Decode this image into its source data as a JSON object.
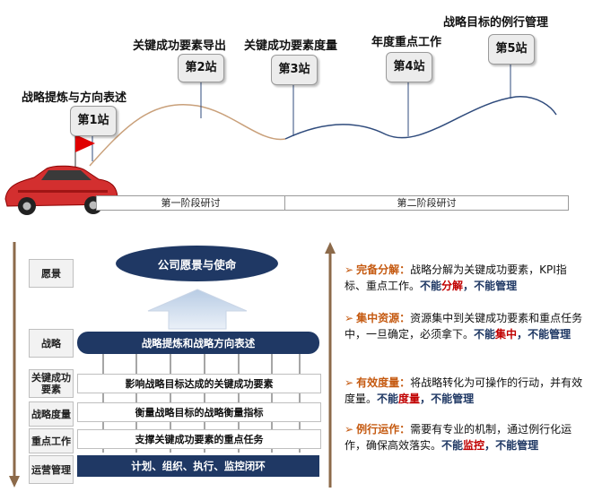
{
  "roadmap": {
    "stations": [
      {
        "title": "战略提炼与方向表述",
        "label": "第1站"
      },
      {
        "title": "关键成功要素导出",
        "label": "第2站"
      },
      {
        "title": "关键成功要素度量",
        "label": "第3站"
      },
      {
        "title": "年度重点工作",
        "label": "第4站"
      },
      {
        "title": "战略目标的例行管理",
        "label": "第5站"
      }
    ],
    "stages": [
      {
        "label": "第一阶段研讨"
      },
      {
        "label": "第二阶段研讨"
      }
    ],
    "colors": {
      "phase1_curve": "#c9a07a",
      "phase2_curve": "#2f4b7c",
      "car": "#d32f2f",
      "flag": "#e00000"
    }
  },
  "framework": {
    "left_labels": [
      "愿景",
      "战略",
      "关键成功要素",
      "战略度量",
      "重点工作",
      "运营管理"
    ],
    "vision": "公司愿景与使命",
    "strategy_bar": "战略提炼和战略方向表述",
    "csf_bar": "影响战略目标达成的关键成功要素",
    "measure_bar": "衡量战略目标的战略衡量指标",
    "work_bar": "支撑关键成功要素的重点任务",
    "ops_bar": "计划、组织、执行、监控闭环",
    "colors": {
      "dark": "#1f3864",
      "arrow": "#8c6a4a"
    }
  },
  "principles": [
    {
      "head": "完备分解",
      "body": "战略分解为关键成功要素，KPI指标、重点工作。",
      "neg1": "不能",
      "neg1b": "分解",
      "sep": "，",
      "neg2": "不能管理"
    },
    {
      "head": "集中资源",
      "body": "资源集中到关键成功要素和重点任务中，一旦确定，必须拿下。",
      "neg1": "不能",
      "neg1b": "集中",
      "sep": "，",
      "neg2": "不能管理"
    },
    {
      "head": "有效度量",
      "body": "将战略转化为可操作的行动，并有效度量。",
      "neg1": "不能",
      "neg1b": "度量",
      "sep": "，",
      "neg2": "不能管理"
    },
    {
      "head": "例行运作",
      "body": "需要有专业的机制，通过例行化运作，确保高效落实。",
      "neg1": "不能",
      "neg1b": "监控",
      "sep": "，",
      "neg2": "不能管理"
    }
  ]
}
